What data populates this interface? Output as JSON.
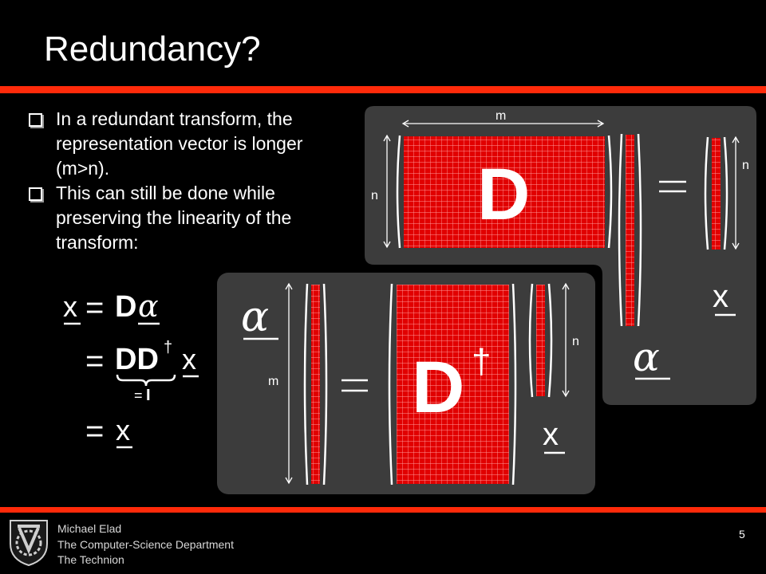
{
  "slide": {
    "title": "Redundancy?",
    "bullets": [
      "In a redundant transform, the representation vector is longer (m>n).",
      "This can still be done while preserving the linearity of the transform:"
    ]
  },
  "equation": {
    "lhs": "x",
    "eq1_rhs_bold": "D",
    "eq1_rhs_greek": "α",
    "eq2_bold": "DD",
    "eq2_sup": "†",
    "eq2_x": "x",
    "underbrace_label_eq": "=",
    "underbrace_label_i": "I",
    "eq3_x": "x",
    "equals": "="
  },
  "diagram": {
    "top": {
      "label_m": "m",
      "label_n_left": "n",
      "label_n_right": "n",
      "matrix_letter": "D",
      "equals": "=",
      "x_label": "x",
      "alpha_label": "α"
    },
    "bottom": {
      "alpha_label": "α",
      "label_m": "m",
      "equals": "=",
      "matrix_letter": "D",
      "dagger": "†",
      "label_n": "n",
      "x_label": "x"
    }
  },
  "footer": {
    "lines": [
      "Michael Elad",
      "The Computer-Science Department",
      "The Technion"
    ],
    "page_number": "5"
  },
  "colors": {
    "accent_red": "#ff2a0a",
    "matrix_red": "#e10000",
    "panel_gray": "#3c3c3c",
    "background": "#000000"
  }
}
